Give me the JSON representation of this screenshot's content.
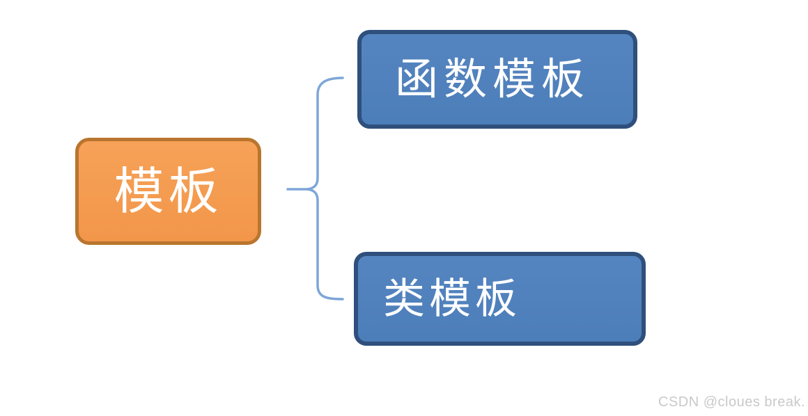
{
  "diagram": {
    "root": {
      "label": "模板"
    },
    "children": [
      {
        "label": "函数模板"
      },
      {
        "label": "类模板"
      }
    ],
    "colors": {
      "root_fill": "#F49A4F",
      "root_border": "#B9752E",
      "child_fill": "#4F81BD",
      "child_border": "#2F4F7C",
      "connector": "#7EA6D8",
      "text": "#FFFFFF"
    }
  },
  "watermark": {
    "text": "CSDN @cloues break."
  }
}
